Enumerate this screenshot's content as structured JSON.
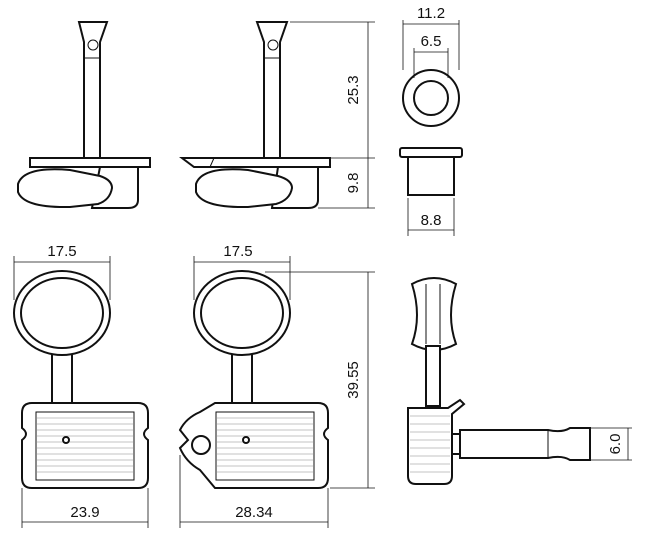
{
  "dimensions": {
    "top_width": "11.2",
    "top_inner": "6.5",
    "post_height": "25.3",
    "base_height": "9.8",
    "bushing_width": "8.8",
    "button_width_a": "17.5",
    "button_width_b": "17.5",
    "overall_height": "39.55",
    "plate_width_a": "23.9",
    "plate_width_b": "28.34",
    "post_diameter": "6.0"
  }
}
